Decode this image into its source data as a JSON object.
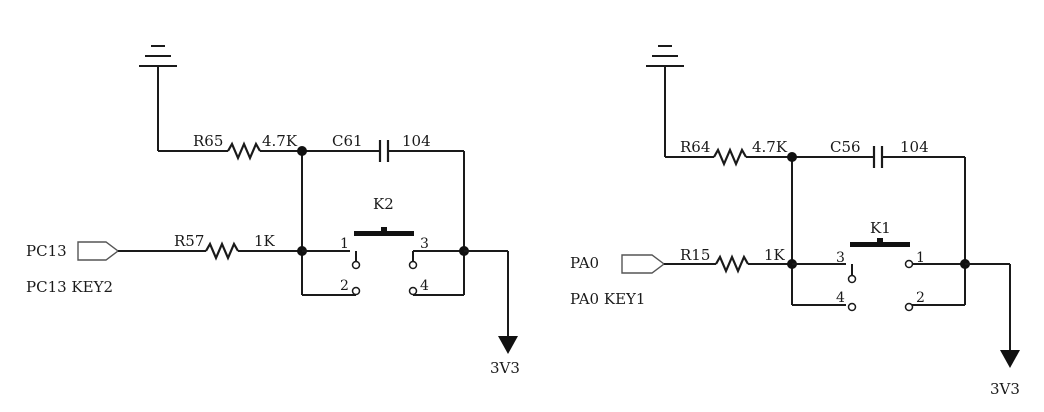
{
  "circuits": {
    "key2": {
      "power_net": "3V3",
      "port_net": "PC13",
      "port_label": "PC13 KEY2",
      "pullup_ref": "R65",
      "pullup_value": "4.7K",
      "cap_ref": "C61",
      "cap_value": "104",
      "series_ref": "R57",
      "series_value": "1K",
      "switch_ref": "K2",
      "pins": [
        "1",
        "2",
        "3",
        "4"
      ]
    },
    "key1": {
      "power_net": "3V3",
      "port_net": "PA0",
      "port_label": "PA0 KEY1",
      "pullup_ref": "R64",
      "pullup_value": "4.7K",
      "cap_ref": "C56",
      "cap_value": "104",
      "series_ref": "R15",
      "series_value": "1K",
      "switch_ref": "K1",
      "pins": [
        "3",
        "4",
        "1",
        "2"
      ]
    }
  }
}
